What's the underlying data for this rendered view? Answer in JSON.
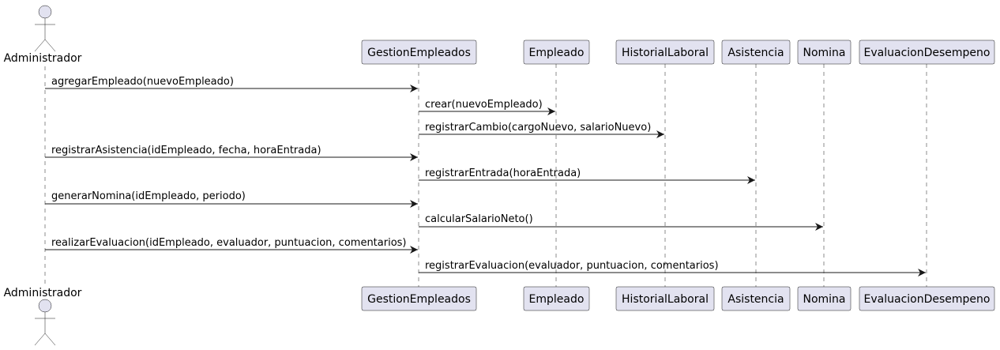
{
  "actor": {
    "name": "Administrador"
  },
  "participants": [
    {
      "id": "gestion",
      "label": "GestionEmpleados"
    },
    {
      "id": "empleado",
      "label": "Empleado"
    },
    {
      "id": "historial",
      "label": "HistorialLaboral"
    },
    {
      "id": "asistencia",
      "label": "Asistencia"
    },
    {
      "id": "nomina",
      "label": "Nomina"
    },
    {
      "id": "evaluacion",
      "label": "EvaluacionDesempeno"
    }
  ],
  "messages": [
    {
      "from": "actor",
      "to": "gestion",
      "label": "agregarEmpleado(nuevoEmpleado)"
    },
    {
      "from": "gestion",
      "to": "empleado",
      "label": "crear(nuevoEmpleado)"
    },
    {
      "from": "gestion",
      "to": "historial",
      "label": "registrarCambio(cargoNuevo, salarioNuevo)"
    },
    {
      "from": "actor",
      "to": "gestion",
      "label": "registrarAsistencia(idEmpleado, fecha, horaEntrada)"
    },
    {
      "from": "gestion",
      "to": "asistencia",
      "label": "registrarEntrada(horaEntrada)"
    },
    {
      "from": "actor",
      "to": "gestion",
      "label": "generarNomina(idEmpleado, periodo)"
    },
    {
      "from": "gestion",
      "to": "nomina",
      "label": "calcularSalarioNeto()"
    },
    {
      "from": "actor",
      "to": "gestion",
      "label": "realizarEvaluacion(idEmpleado, evaluador, puntuacion, comentarios)"
    },
    {
      "from": "gestion",
      "to": "evaluacion",
      "label": "registrarEvaluacion(evaluador, puntuacion, comentarios)"
    }
  ]
}
